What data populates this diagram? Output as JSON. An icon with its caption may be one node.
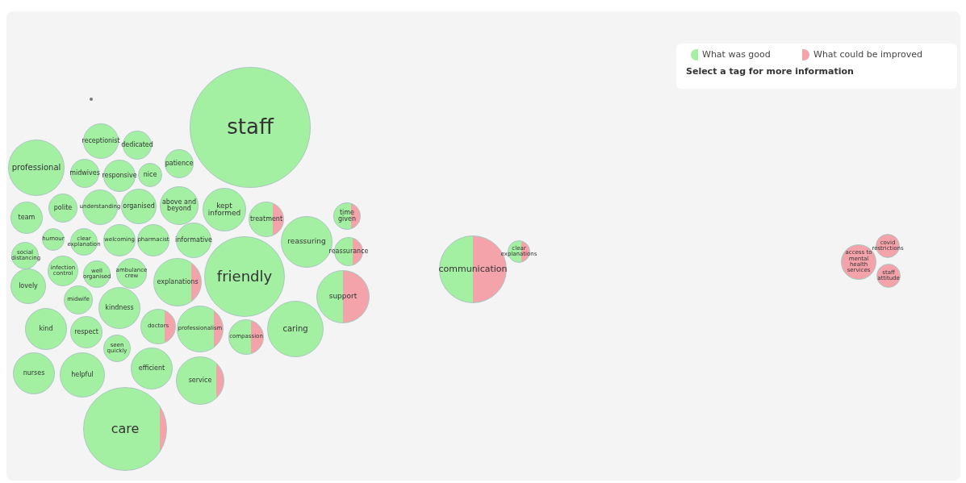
{
  "diagram": {
    "nodes": [
      {
        "text": [],
        "shape": "circle"
      },
      {
        "text": [
          "staff"
        ]
      },
      {
        "text": [
          "receptionist"
        ]
      },
      {
        "text": [
          "dedicated"
        ]
      },
      {
        "text": [
          "professional"
        ]
      },
      {
        "text": [
          "midwives"
        ]
      },
      {
        "text": [
          "responsive"
        ]
      },
      {
        "text": [
          "nice"
        ]
      },
      {
        "text": [
          "patience"
        ]
      },
      {
        "text": [
          "polite"
        ]
      },
      {
        "text": [
          "understanding"
        ]
      },
      {
        "text": [
          "organised"
        ]
      },
      {
        "text": [
          "above and beyond"
        ]
      },
      {
        "text": [
          "kept informed"
        ]
      },
      {
        "text": [
          "treatment"
        ]
      },
      {
        "text": [
          "time given"
        ]
      },
      {
        "text": [
          "team"
        ]
      },
      {
        "text": [
          "humour"
        ]
      },
      {
        "text": [
          "clear explanation"
        ]
      },
      {
        "text": [
          "welcoming"
        ]
      },
      {
        "text": [
          "pharmacist"
        ]
      },
      {
        "text": [
          "informative"
        ]
      },
      {
        "text": [
          "reassuring"
        ]
      },
      {
        "text": [
          "reassurance"
        ]
      },
      {
        "text": [
          "social distancing"
        ]
      },
      {
        "text": [
          "infection control"
        ]
      },
      {
        "text": [
          "well organised"
        ]
      },
      {
        "text": [
          "ambulance crew"
        ]
      },
      {
        "text": [
          "explanations"
        ]
      },
      {
        "text": [
          "friendly"
        ]
      },
      {
        "text": [
          "support"
        ]
      },
      {
        "text": [
          "lovely"
        ]
      },
      {
        "text": [
          "midwife"
        ]
      },
      {
        "text": [
          "kindness"
        ]
      },
      {
        "text": [
          "communication"
        ]
      },
      {
        "text": [
          "clear explanations"
        ]
      },
      {
        "text": [
          "covid restrictions"
        ]
      },
      {
        "text": [
          "access to mental health services"
        ]
      },
      {
        "text": [
          "staff attitude"
        ]
      },
      {
        "text": [
          "kind"
        ]
      },
      {
        "text": [
          "respect"
        ]
      },
      {
        "text": [
          "doctors"
        ]
      },
      {
        "text": [
          "professionalism"
        ]
      },
      {
        "text": [
          "compassion"
        ]
      },
      {
        "text": [
          "caring"
        ]
      },
      {
        "text": [
          "seen quickly"
        ]
      },
      {
        "text": [
          "nurses"
        ]
      },
      {
        "text": [
          "helpful"
        ]
      },
      {
        "text": [
          "efficient"
        ]
      },
      {
        "text": [
          "service"
        ]
      },
      {
        "text": [
          "care"
        ]
      }
    ],
    "labels": [
      "Select a tag for more information"
    ],
    "legend": [
      {
        "text": "What was good",
        "color": "#a3f0a3"
      },
      {
        "text": "What could be improved",
        "color": "#f4a3ab"
      }
    ]
  }
}
